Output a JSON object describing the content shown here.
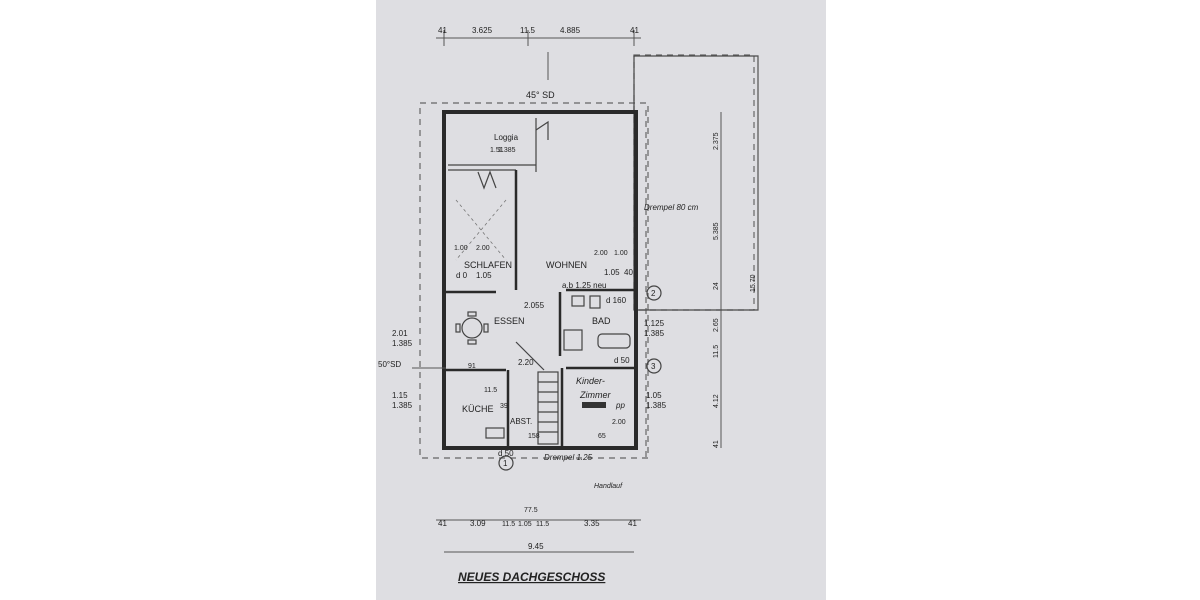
{
  "plan": {
    "title": "NEUES DACHGESCHOSS",
    "roof_pitch_top": "45° SD",
    "roof_pitch_left": "50°SD",
    "knee_wall_right": "Drempel 80 cm",
    "knee_wall_bottom": "Drempel 1.25",
    "handwritten_note": "Handlauf",
    "rooms": {
      "storage_top": "Loggia",
      "bedroom": "SCHLAFEN",
      "living": "WOHNEN",
      "dining": "ESSEN",
      "bath": "BAD",
      "kitchen": "KÜCHE",
      "storage": "ABST.",
      "child_room_line1": "Kinder-",
      "child_room_line2": "Zimmer",
      "child_room_suffix": "pp"
    },
    "markers": [
      "1",
      "2",
      "3"
    ],
    "top_dims": [
      "41",
      "3.625",
      "11.5",
      "4.885",
      "41"
    ],
    "bottom_dims": [
      "41",
      "3.09",
      "11.5",
      "1.05",
      "11.5",
      "3.35",
      "41"
    ],
    "bottom_mid": "77.5",
    "bottom_total": "9.45",
    "left_dims": [
      "2.01",
      "1.385",
      "1.15",
      "1.385"
    ],
    "right_dims": [
      "2.375",
      "5.385",
      "24",
      "2.65",
      "11.5",
      "4.12",
      "41"
    ],
    "right_total": "15.70",
    "right_inner": [
      "1.125",
      "1.385",
      "1.05",
      "1.385"
    ],
    "annotations": {
      "top_loggia": "1.51",
      "top_loggia_b": "1.385",
      "bed_v1": "2.00",
      "bed_v2": "1.00",
      "bed_w": "1.05",
      "bed_d": "d 0",
      "liv_v1": "2.00",
      "liv_v2": "1.00",
      "liv_w": "1.05",
      "liv_d": "40",
      "bath_w": "a.b 1.25 neu",
      "bath_d": "d 160",
      "hall": "2.055",
      "stair": "2.20",
      "stair_d": "d 50",
      "din_h": "91",
      "kit_h": "11.5",
      "kit_w": "39",
      "abst_h": "158",
      "kid_h": "2.00",
      "kid_d": "65",
      "bottom_d": "d 50"
    }
  }
}
